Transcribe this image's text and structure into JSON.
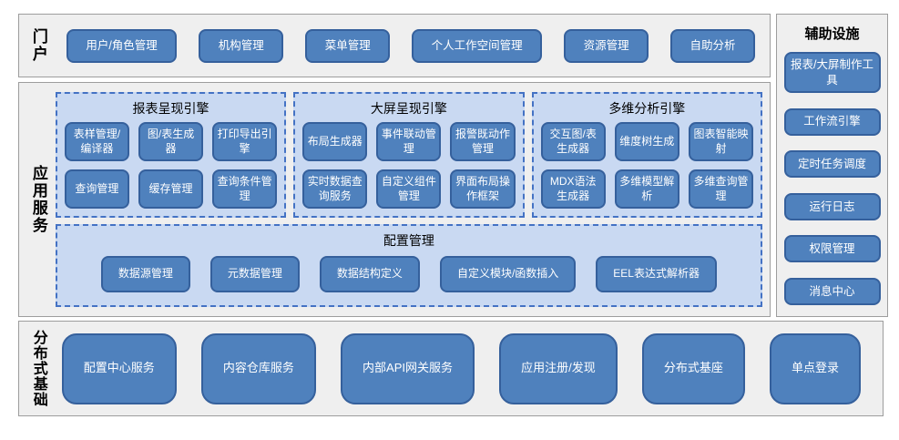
{
  "colors": {
    "button_fill": "#4f81bd",
    "button_border": "#35609c",
    "button_text": "#ffffff",
    "panel_bg": "#c9d9f2",
    "panel_border": "#4472c4",
    "section_bg": "#efefef",
    "section_border": "#9d9d9d",
    "label_text": "#000000"
  },
  "portal": {
    "label": "门户",
    "items": [
      "用户/角色管理",
      "机构管理",
      "菜单管理",
      "个人工作空间管理",
      "资源管理",
      "自助分析"
    ]
  },
  "app_services": {
    "label": "应用服务",
    "engines": [
      {
        "title": "报表呈现引擎",
        "items": [
          "表样管理/编译器",
          "图/表生成器",
          "打印导出引擎",
          "查询管理",
          "缓存管理",
          "查询条件管理"
        ]
      },
      {
        "title": "大屏呈现引擎",
        "items": [
          "布局生成器",
          "事件联动管理",
          "报警既动作管理",
          "实时数据查询服务",
          "自定义组件管理",
          "界面布局操作框架"
        ]
      },
      {
        "title": "多维分析引擎",
        "items": [
          "交互图/表生成器",
          "维度树生成",
          "图表智能映射",
          "MDX语法生成器",
          "多维模型解析",
          "多维查询管理"
        ]
      }
    ],
    "config": {
      "title": "配置管理",
      "items": [
        "数据源管理",
        "元数据管理",
        "数据结构定义",
        "自定义模块/函数插入",
        "EEL表达式解析器"
      ]
    }
  },
  "auxiliary": {
    "label": "辅助设施",
    "items": [
      "报表/大屏制作工具",
      "工作流引擎",
      "定时任务调度",
      "运行日志",
      "权限管理",
      "消息中心"
    ]
  },
  "distributed": {
    "label": "分布式基础",
    "items": [
      "配置中心服务",
      "内容仓库服务",
      "内部API网关服务",
      "应用注册/发现",
      "分布式基座",
      "单点登录"
    ]
  }
}
